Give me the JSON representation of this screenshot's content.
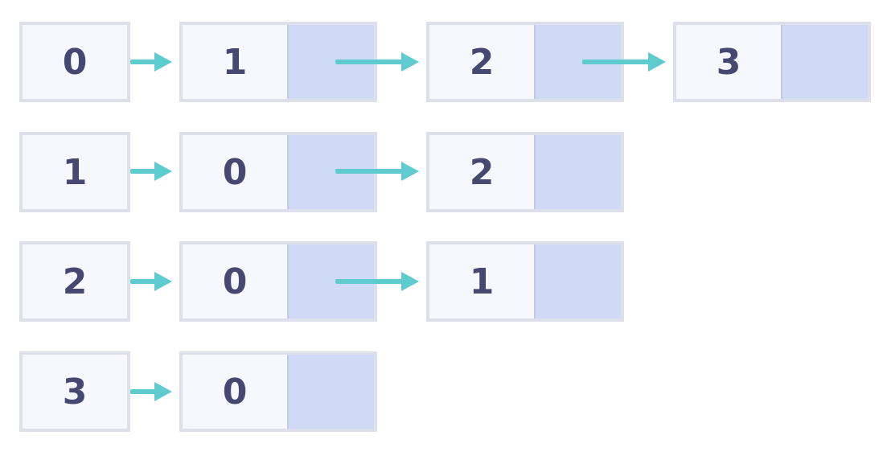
{
  "adjacency_list": [
    {
      "head": "0",
      "neighbors": [
        "1",
        "2",
        "3"
      ]
    },
    {
      "head": "1",
      "neighbors": [
        "0",
        "2"
      ]
    },
    {
      "head": "2",
      "neighbors": [
        "0",
        "1"
      ]
    },
    {
      "head": "3",
      "neighbors": [
        "0"
      ]
    }
  ],
  "colors": {
    "node_fill": "#f7f8fe",
    "node_border": "#dde0ea",
    "pointer_fill": "#cfdaf6",
    "arrow": "#5ecccf",
    "text": "#474872"
  }
}
